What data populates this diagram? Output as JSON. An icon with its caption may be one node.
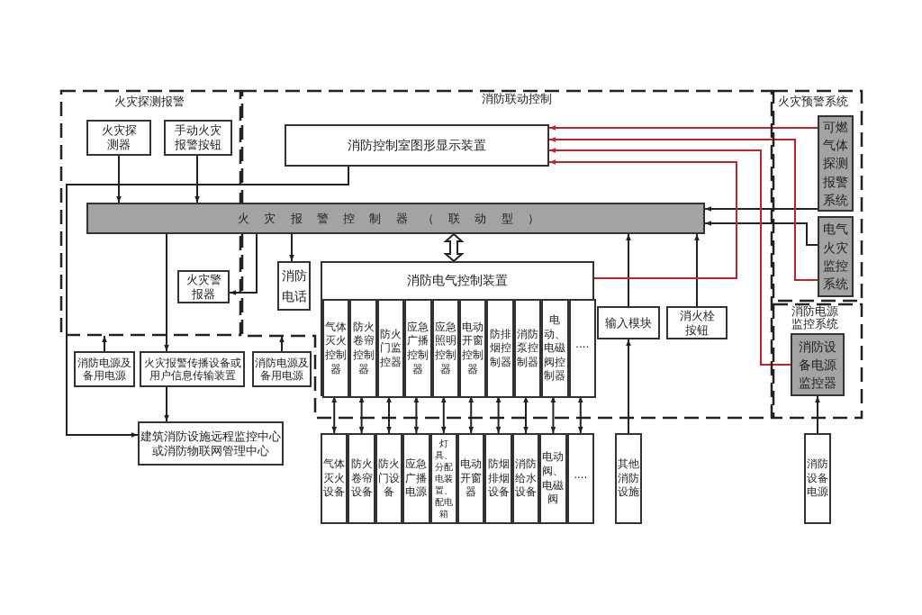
{
  "diagram": {
    "nodes": [
      {
        "text": [
          "火灾探测报警"
        ]
      },
      {
        "text": [
          "消防联动控制"
        ]
      },
      {
        "text": [
          "火灾预警系统"
        ]
      },
      {
        "text": [
          "火灾探测器"
        ],
        "in": 0
      },
      {
        "text": [
          "手动火灾报警按钮"
        ],
        "in": 0
      },
      {
        "text": [
          "消防控制室图形显示装置"
        ],
        "in": 1
      },
      {
        "text": [
          "可燃气体探测报警系统"
        ],
        "in": 2
      },
      {
        "text": [
          "火灾报警控制器（联动型）"
        ]
      },
      {
        "text": [
          "电气火灾监控系统"
        ],
        "in": 2
      },
      {
        "text": [
          "火灾警报器"
        ],
        "in": 0
      },
      {
        "text": [
          "消防电话"
        ],
        "in": 1
      },
      {
        "text": [
          "消防电气控制装置"
        ],
        "in": 1
      },
      {
        "text": [
          "气体灭火控制器"
        ],
        "in": 11
      },
      {
        "text": [
          "防火卷帘控制器"
        ],
        "in": 11
      },
      {
        "text": [
          "防火门监控器"
        ],
        "in": 11
      },
      {
        "text": [
          "应急广播控制器"
        ],
        "in": 11
      },
      {
        "text": [
          "应急照明控制器"
        ],
        "in": 11
      },
      {
        "text": [
          "电动开窗控制器"
        ],
        "in": 11
      },
      {
        "text": [
          "防排烟控制器"
        ],
        "in": 11
      },
      {
        "text": [
          "消防泵控制器"
        ],
        "in": 11
      },
      {
        "text": [
          "电动、电磁阀控制器"
        ],
        "in": 11
      },
      {
        "text": [
          "····"
        ],
        "in": 11
      },
      {
        "text": [
          "输入模块"
        ],
        "in": 1
      },
      {
        "text": [
          "消火栓按钮"
        ],
        "in": 1
      },
      {
        "text": [
          "消防电源监控系统"
        ]
      },
      {
        "text": [
          "消防设备电源监控器"
        ],
        "in": 24
      },
      {
        "text": [
          "消防电源及备用电源"
        ]
      },
      {
        "text": [
          "火灾报警传播设备或用户信息传输装置"
        ]
      },
      {
        "text": [
          "消防电源及备用电源"
        ]
      },
      {
        "text": [
          "建筑消防设施远程监控中心或消防物联网管理中心"
        ]
      },
      {
        "text": [
          "气体灭火设备"
        ]
      },
      {
        "text": [
          "防火卷帘设备"
        ]
      },
      {
        "text": [
          "防火门设备"
        ]
      },
      {
        "text": [
          "应急广播电源"
        ]
      },
      {
        "text": [
          "灯具、分配电装置、配电箱"
        ]
      },
      {
        "text": [
          "电动开窗器"
        ]
      },
      {
        "text": [
          "防烟排烟设备"
        ]
      },
      {
        "text": [
          "消防给水设备"
        ]
      },
      {
        "text": [
          "电动阀、电磁阀"
        ]
      },
      {
        "text": [
          "····"
        ]
      },
      {
        "text": [
          "其他消防设施"
        ]
      },
      {
        "text": [
          "消防设备电源"
        ]
      }
    ],
    "edges": [
      {
        "from": 3,
        "to": 7,
        "arrow": "to"
      },
      {
        "from": 4,
        "to": 7,
        "arrow": "to"
      },
      {
        "from": 5,
        "to": 29,
        "arrow": "to"
      },
      {
        "from": 7,
        "to": 9,
        "arrow": "to"
      },
      {
        "from": 7,
        "to": 10,
        "arrow": "to"
      },
      {
        "from": 7,
        "to": 27,
        "arrow": "to"
      },
      {
        "from": 7,
        "to": 11,
        "arrow": "both",
        "style": "thick"
      },
      {
        "from": 22,
        "to": 7,
        "arrow": "to"
      },
      {
        "from": 23,
        "to": 7,
        "arrow": "to"
      },
      {
        "from": 6,
        "to": 7,
        "arrow": "to"
      },
      {
        "from": 8,
        "to": 7,
        "arrow": "to"
      },
      {
        "from": 6,
        "to": 5,
        "arrow": "to",
        "color": "#c8202a"
      },
      {
        "from": 8,
        "to": 5,
        "arrow": "to",
        "color": "#c8202a"
      },
      {
        "from": 25,
        "to": 5,
        "arrow": "to",
        "color": "#c8202a"
      },
      {
        "from": 11,
        "to": 5,
        "arrow": "to",
        "color": "#c8202a"
      },
      {
        "from": 26,
        "to": 0,
        "arrow": "to"
      },
      {
        "from": 28,
        "to": 1,
        "arrow": "to"
      },
      {
        "from": 27,
        "to": 29,
        "arrow": "to"
      },
      {
        "from": 12,
        "to": 30,
        "arrow": "both"
      },
      {
        "from": 13,
        "to": 31,
        "arrow": "both"
      },
      {
        "from": 14,
        "to": 32,
        "arrow": "both"
      },
      {
        "from": 15,
        "to": 33,
        "arrow": "both"
      },
      {
        "from": 16,
        "to": 34,
        "arrow": "both"
      },
      {
        "from": 17,
        "to": 35,
        "arrow": "both"
      },
      {
        "from": 18,
        "to": 36,
        "arrow": "both"
      },
      {
        "from": 19,
        "to": 37,
        "arrow": "both"
      },
      {
        "from": 20,
        "to": 38,
        "arrow": "both"
      },
      {
        "from": 21,
        "to": 39,
        "arrow": "both"
      },
      {
        "from": 40,
        "to": 22,
        "arrow": "to"
      },
      {
        "from": 41,
        "to": 25,
        "arrow": "to"
      }
    ]
  }
}
